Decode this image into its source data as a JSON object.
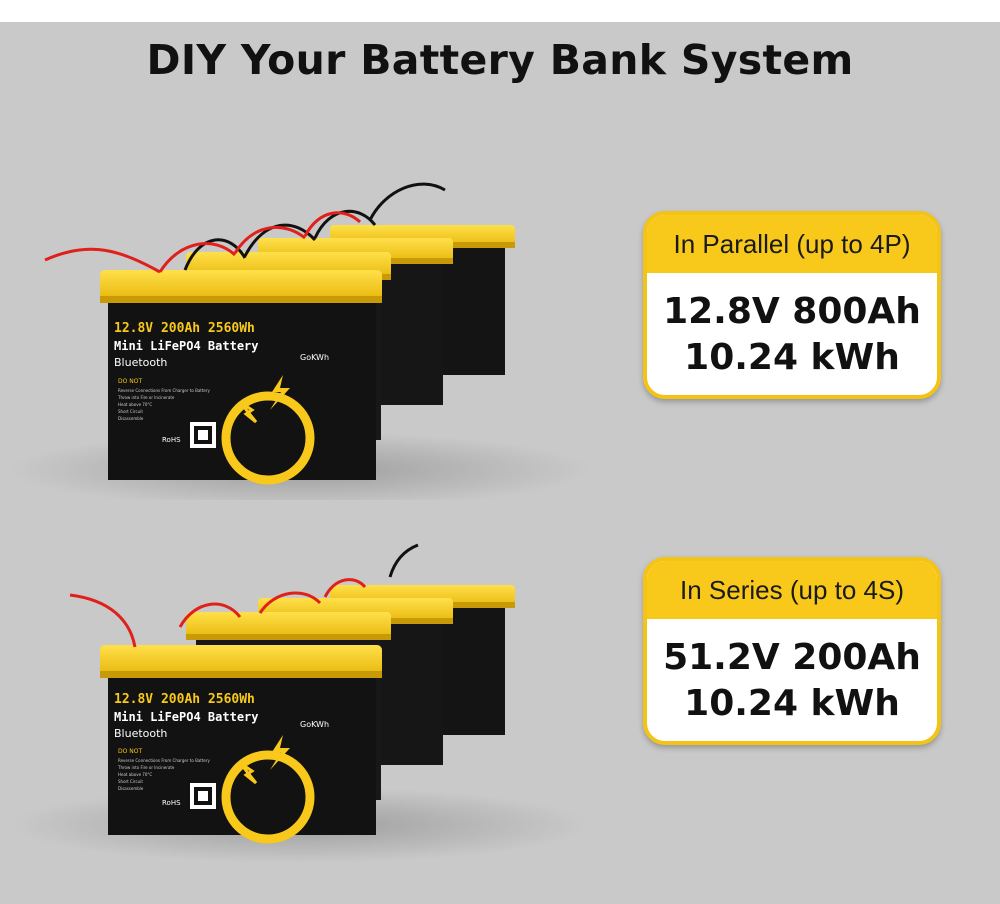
{
  "headline": "DIY Your Battery Bank System",
  "battery_label": {
    "spec": "12.8V 200Ah 2560Wh",
    "model": "Mini LiFePO4 Battery",
    "feature": "Bluetooth",
    "brand": "GoKWh",
    "warning_title": "DO NOT",
    "warnings": [
      "Reverse Connections From Charger to Battery",
      "Throw into Fire or Incinerate",
      "Heat above 70°C",
      "Short Circuit",
      "Disassemble"
    ],
    "certs": "RoHS"
  },
  "parallel": {
    "header": "In Parallel (up to 4P)",
    "line1": "12.8V 800Ah",
    "line2": "10.24 kWh"
  },
  "series": {
    "header": "In Series (up to 4S)",
    "line1": "51.2V 200Ah",
    "line2": "10.24 kWh"
  },
  "colors": {
    "accent_yellow": "#f8c91a",
    "battery_body": "#111111",
    "wire_red": "#e0201b",
    "wire_black": "#111111"
  }
}
